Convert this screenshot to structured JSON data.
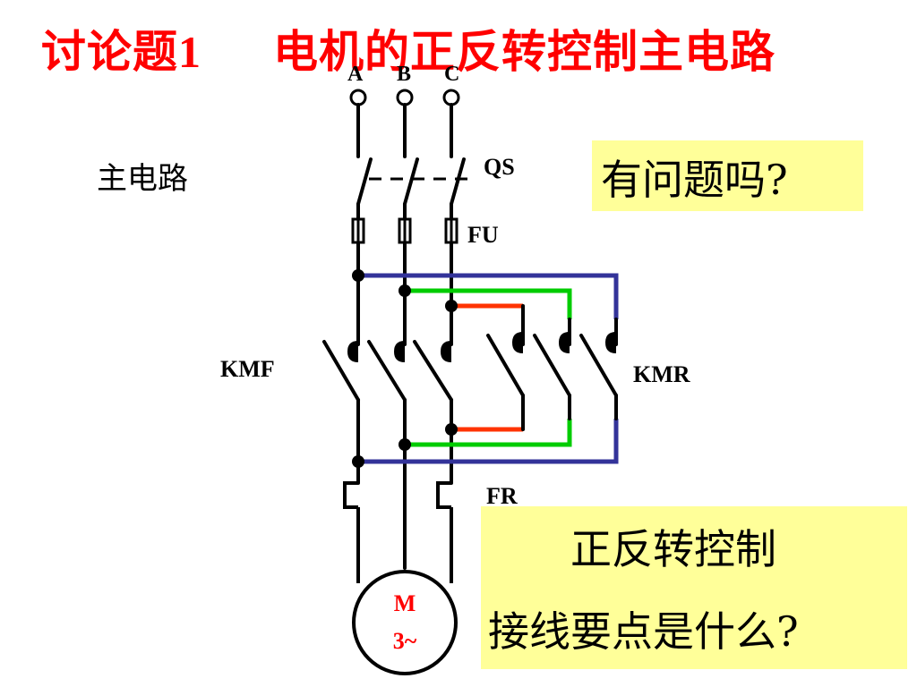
{
  "title": {
    "prefix": "讨论题",
    "number": "1",
    "main": "电机的正反转控制主电路"
  },
  "phases": [
    "A",
    "B",
    "C"
  ],
  "labels": {
    "main_circuit": "主电路",
    "qs": "QS",
    "fu": "FU",
    "kmf": "KMF",
    "kmr": "KMR",
    "fr": "FR"
  },
  "motor": {
    "line1": "M",
    "line2": "3~"
  },
  "callout_question": "有问题吗?",
  "callout_control": {
    "line1": "正反转控制",
    "line2": "接线要点是什么?"
  },
  "colors": {
    "title": "#ff0000",
    "callout_bg": "#ffff99",
    "wire_blue": "#333399",
    "wire_green": "#00cc00",
    "wire_red": "#ff3300",
    "motor_text": "#ff0000"
  }
}
